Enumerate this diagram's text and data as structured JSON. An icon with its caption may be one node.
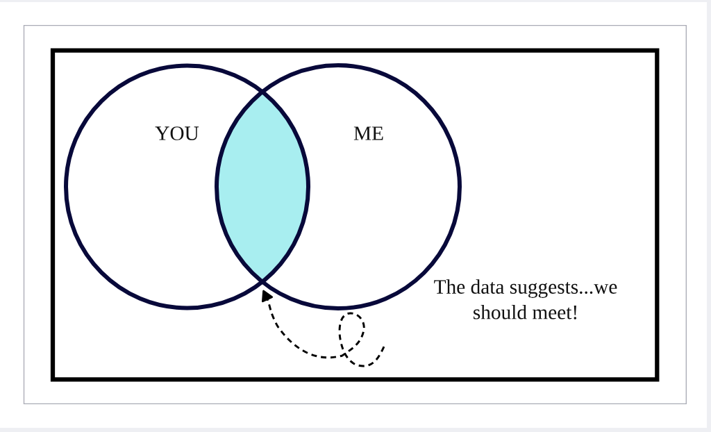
{
  "diagram": {
    "nodes": [
      {
        "text": [
          "YOU"
        ]
      },
      {
        "text": [
          "ME"
        ]
      },
      {
        "text": [],
        "shape": "lens"
      }
    ],
    "edges": [
      {
        "from": null,
        "to": 2,
        "arrow": "to",
        "style": "dashed"
      }
    ],
    "labels": [
      "The data suggests...we should meet!"
    ]
  }
}
